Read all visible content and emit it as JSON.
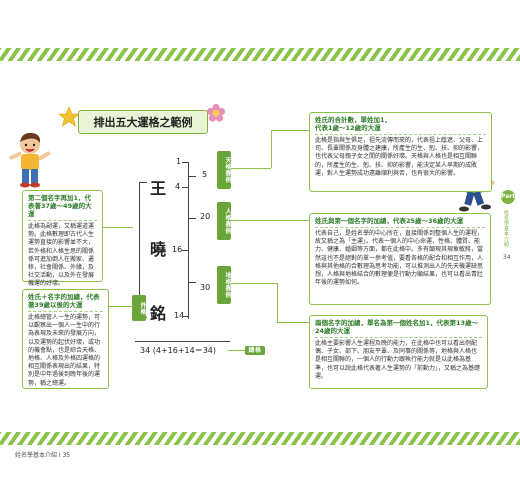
{
  "title": "排出五大運格之範例",
  "name_chars": [
    "王",
    "曉",
    "銘"
  ],
  "numbers": {
    "top_one": "1",
    "n4": "4",
    "n16": "16",
    "n14": "14",
    "n5": "5",
    "n20": "20",
    "n30": "30",
    "total_expr": "34 (4+16+14＝34)"
  },
  "tags": {
    "heaven": "天格靠例",
    "person": "人格靠例",
    "earth": "地格靠例",
    "outer": "外格",
    "total": "總格"
  },
  "cards": {
    "heaven": {
      "head1": "姓氏的合計數，單姓加1，",
      "head2": "代表1歲～12歲的大運",
      "body": "此格是指與生俱足，祖先流傳而來的，代表祖上蔭遮、父母、上司、長輩關係及身體之建康，所產生的生、剋、扶、抑的影響，也代表父母親子女之間的關係好壞。天格與人格也是相互關聯的，所產生的生、剋、扶、抑的影響，能決定某人早期的成敗運，對人生運勢成功遠離順利與否，也有很大的影響。"
    },
    "person": {
      "head": "姓氏與第一個名字的加總，代表25歲～36歲的大運",
      "body": "代表自己，是姓名學的中心所在，直接關係到整個人生的運程，故又稱之為「主運」。代表一個人的中心命運，性格、體質、能力、健康、婚姻等方面，都在此格中。多有顛現其現象敏將，當然這也不是絕對的單一參考值，要看各格的配合和相互作用，人格與其他格的合數理為思考功能，可以推測出人的先天機運缺思想，人格與地格結合的數理便是行動力顯結果，也可以看出青壯年後的運勢如何。"
    },
    "earth": {
      "head": "兩個名字的加總，單名為第一個姓名加1，代表第13歲～24歲的大運",
      "body": "此格主要影響人生運程及晚的能力，在此格中也可以看出例配偶、子女、部下、朋友平輩、及同事的關係等，地格與人格也是相互關聯的，一個人的行動力跟執行能力就是以此格為基準，也可以說此格代表著人生運勢的「前動力」，又稱之為基礎運。"
    },
    "outer": {
      "head": "姓氏＋名字的加總，代表著39歲以後的大運",
      "body": "此格總管人一生的運勢，可以觀察出一個人一生中的行為表現及未來的發展方向，以及運勢的起伏好壞，或功的機會點，也是綜合天格、地格、人格及外格四運格的相互關係表現出的結果，特別是中年過後到晚年後的運勢，稱之總運。"
    },
    "inner": {
      "head": "第二個名字再加1，代表著37歲～49歲的大運",
      "body": "此格為副運，又稱運道運勢。此格數理即古代人生運勢直接的影響並不大，若外格和人格生思的關係係可進加倒人在搬家、遷移，社會關係、外緣，及社交活動，以及外在發展機運的好壞。"
    }
  },
  "side": {
    "part": "Part1",
    "vertical": "姓名學基本介紹",
    "page": "34"
  },
  "footer_left": "姓名學基本介紹 I 35"
}
